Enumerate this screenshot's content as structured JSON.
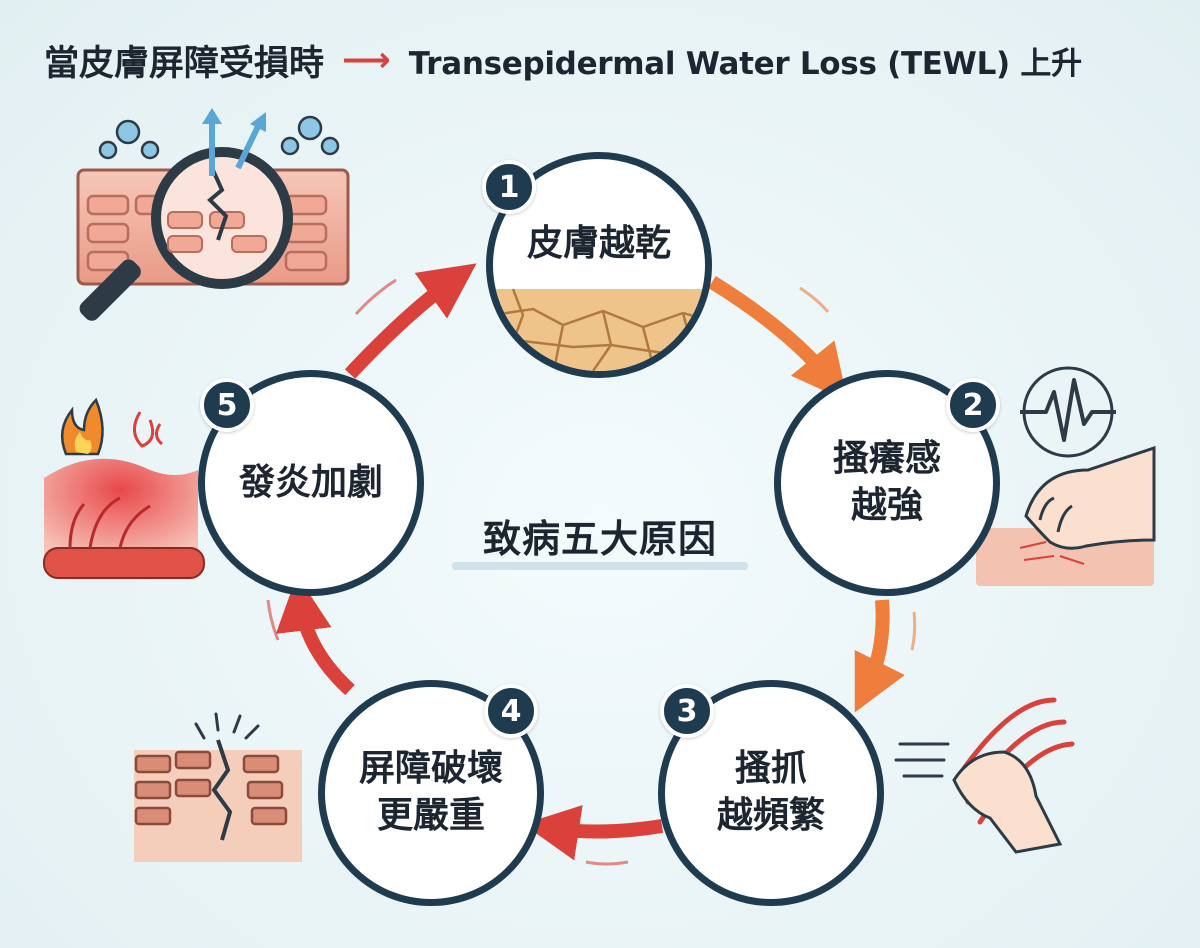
{
  "title": {
    "zh": "當皮膚屏障受損時",
    "arrow": "⟶",
    "en": "Transepidermal Water Loss (TEWL) 上升"
  },
  "center_label": "致病五大原因",
  "steps": [
    {
      "number": "1",
      "label": "皮膚越乾"
    },
    {
      "number": "2",
      "label": "搔癢感\n越強"
    },
    {
      "number": "3",
      "label": "搔抓\n越頻繁"
    },
    {
      "number": "4",
      "label": "屏障破壞\n更嚴重"
    },
    {
      "number": "5",
      "label": "發炎加劇"
    }
  ],
  "colors": {
    "dark_blue": "#1f3b50",
    "orange_arrow": "#ef7d3c",
    "red_arrow": "#d9413a",
    "skin": "#f3b8a8",
    "crack": "#e4b77a"
  },
  "icons": [
    "magnifier-skin-cracks-icon",
    "dry-cracked-ground-icon",
    "heartbeat-wave-icon",
    "scratching-hand-icon",
    "claw-scratch-hand-icon",
    "broken-skin-layers-icon",
    "inflamed-skin-flame-icon"
  ]
}
